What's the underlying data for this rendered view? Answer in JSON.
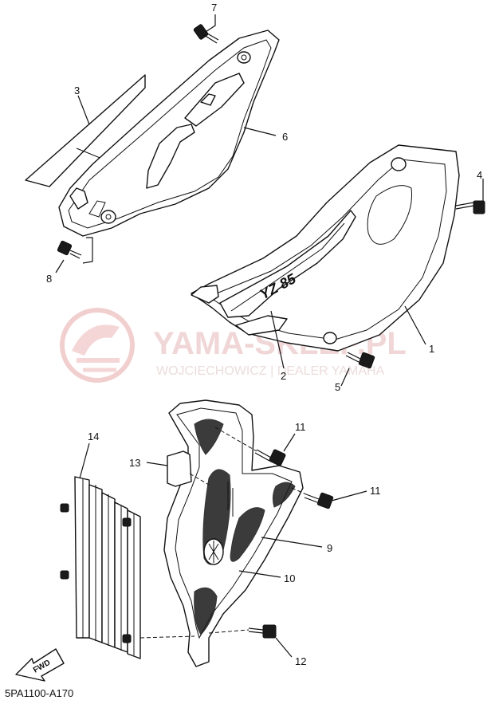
{
  "diagram": {
    "code": "5PA1100-A170",
    "watermark": {
      "title": "YAMA-SKLEP.PL",
      "subtitle": "WOJCIECHOWICZ | DEALER YAMAHA"
    },
    "decal_text": "YZ 85",
    "fwd_label": "FWD",
    "part_numbers": [
      "1",
      "2",
      "3",
      "4",
      "5",
      "6",
      "7",
      "8",
      "9",
      "10",
      "11",
      "11",
      "12",
      "13",
      "14"
    ]
  }
}
